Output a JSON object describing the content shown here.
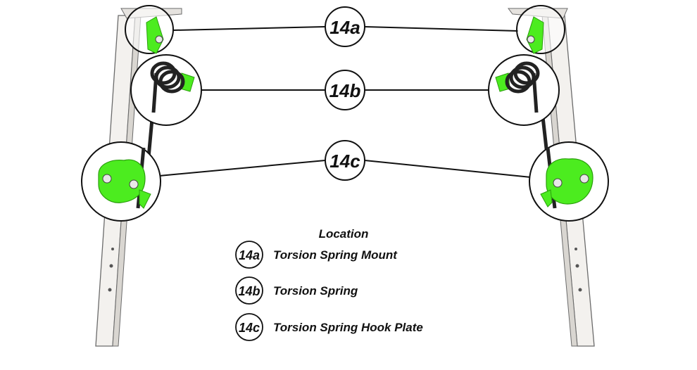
{
  "callouts": [
    {
      "id": "14a"
    },
    {
      "id": "14b"
    },
    {
      "id": "14c"
    }
  ],
  "legend": {
    "heading": "Location",
    "items": [
      {
        "id": "14a",
        "label": "Torsion Spring Mount"
      },
      {
        "id": "14b",
        "label": "Torsion Spring"
      },
      {
        "id": "14c",
        "label": "Torsion Spring Hook Plate"
      }
    ]
  },
  "colors": {
    "highlight": "#4cec1f",
    "highlight_dark": "#2a9e0c",
    "post_fill": "#f3f1ee",
    "post_edge": "#6b6b6b",
    "spring": "#222222",
    "line": "#111111"
  }
}
